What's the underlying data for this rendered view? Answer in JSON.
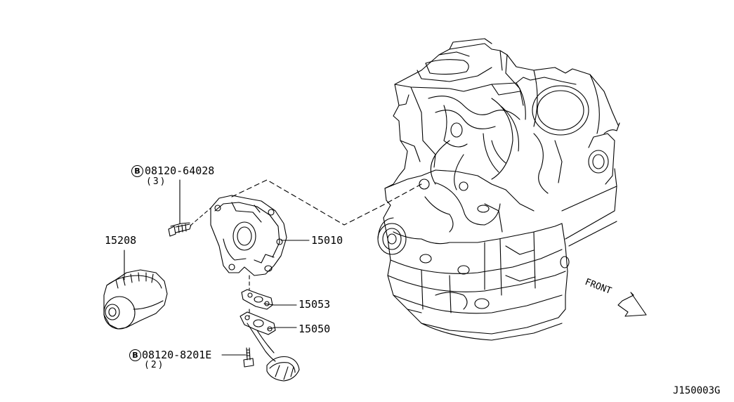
{
  "diagram": {
    "parts": {
      "bolt_upper": {
        "circle_letter": "B",
        "part_no": "08120-64028",
        "qty": "(3)"
      },
      "bolt_lower": {
        "circle_letter": "B",
        "part_no": "08120-8201E",
        "qty": "(2)"
      },
      "oil_filter": {
        "part_no": "15208"
      },
      "oil_pump": {
        "part_no": "15010"
      },
      "gasket": {
        "part_no": "15053"
      },
      "strainer": {
        "part_no": "15050"
      }
    },
    "direction_label": "FRONT",
    "figure_code": "J150003G"
  }
}
